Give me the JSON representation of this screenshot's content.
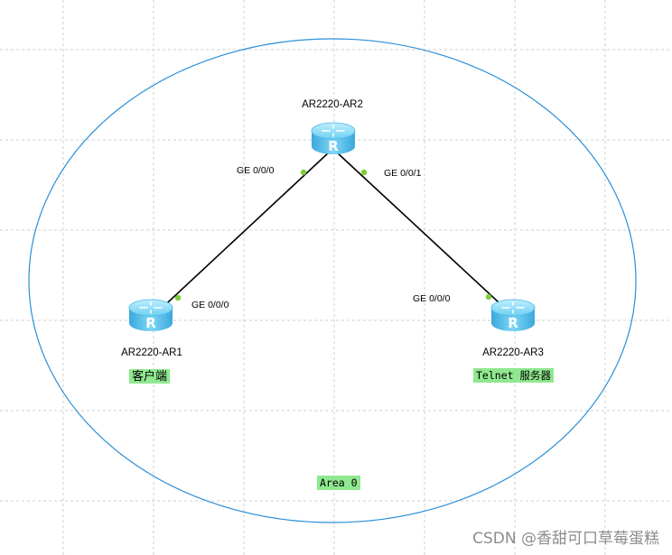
{
  "area": {
    "label": "Area 0",
    "ring_color": "#2a8fd8"
  },
  "links": [
    {
      "from": "AR2220-AR2",
      "to": "AR2220-AR1",
      "from_port": "GE 0/0/0",
      "to_port": "GE 0/0/0"
    },
    {
      "from": "AR2220-AR2",
      "to": "AR2220-AR3",
      "from_port": "GE 0/0/1",
      "to_port": "GE 0/0/0"
    }
  ],
  "devices": {
    "ar1": {
      "name": "AR2220-AR1",
      "tag": "客户端",
      "icon": "router-icon"
    },
    "ar2": {
      "name": "AR2220-AR2",
      "icon": "router-icon"
    },
    "ar3": {
      "name": "AR2220-AR3",
      "tag": "Telnet 服务器",
      "icon": "router-icon"
    }
  },
  "colors": {
    "port_dot": "#7ccd3a",
    "tag_bg": "#8fe88f",
    "grid": "#cfcfcf",
    "router_body": "#5cc6ee"
  },
  "watermark": "CSDN @香甜可口草莓蛋糕"
}
